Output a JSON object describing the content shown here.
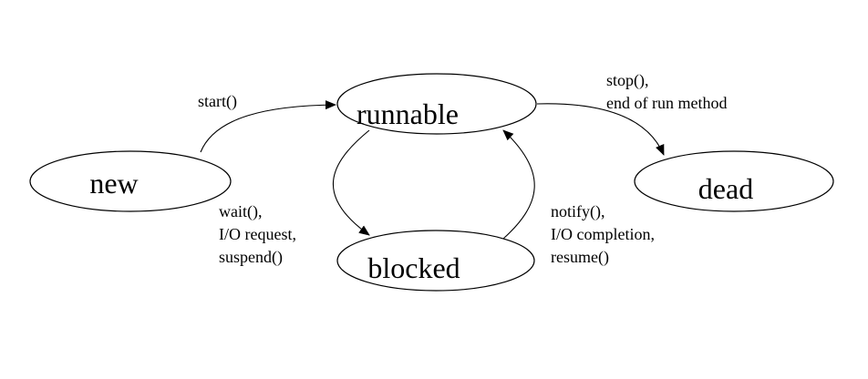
{
  "diagram": {
    "states": {
      "new": "new",
      "runnable": "runnable",
      "blocked": "blocked",
      "dead": "dead"
    },
    "transitions": {
      "new_to_runnable": [
        "start()"
      ],
      "runnable_to_blocked": [
        "wait(),",
        "I/O request,",
        "suspend()"
      ],
      "blocked_to_runnable": [
        "notify(),",
        "I/O completion,",
        "resume()"
      ],
      "runnable_to_dead": [
        "stop(),",
        "end of run method"
      ]
    },
    "colors": {
      "stroke": "#000000",
      "fill": "#ffffff",
      "text": "#000000"
    }
  }
}
